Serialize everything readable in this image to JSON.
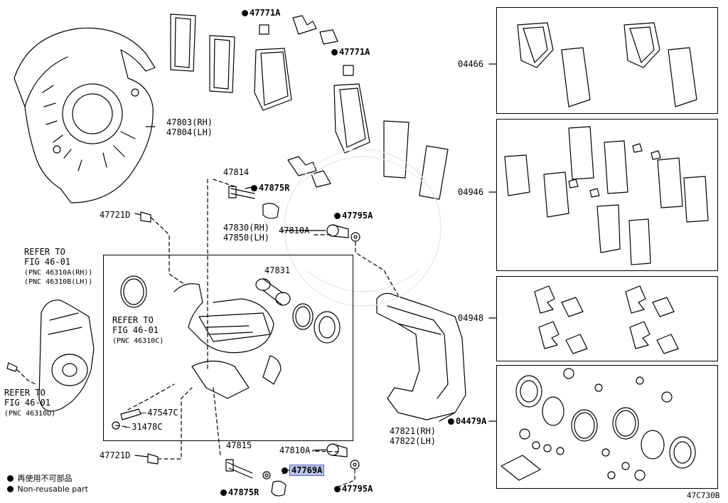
{
  "diagram_code": "47C730B",
  "legend": {
    "jp": "再使用不可部品",
    "en": "Non-reusable part"
  },
  "parts": {
    "p47771a_top": "47771A",
    "p47771a_mid": "47771A",
    "p47803": "47803(RH)",
    "p47804": "47804(LH)",
    "p47814": "47814",
    "p47875r_top": "47875R",
    "p47721d_top": "47721D",
    "p47795a_top": "47795A",
    "p47810a_top": "47810A",
    "p47830": "47830(RH)",
    "p47850": "47850(LH)",
    "p47831": "47831",
    "p47547c": "47547C",
    "p31478c": "31478C",
    "p47815": "47815",
    "p47810a_bot": "47810A",
    "p47721d_bot": "47721D",
    "p47769a": "47769A",
    "p47875r_bot": "47875R",
    "p47795a_bot": "47795A",
    "p47821": "47821(RH)",
    "p47822": "47822(LH)",
    "p04466": "04466",
    "p04946": "04946",
    "p04948": "04948",
    "p04479a": "04479A"
  },
  "refs": {
    "left_top": {
      "l1": "REFER TO",
      "l2": "FIG 46-01",
      "l3": "(PNC 46310A(RH))",
      "l4": "(PNC 46310B(LH))"
    },
    "inner": {
      "l1": "REFER TO",
      "l2": "FIG 46-01",
      "l3": "(PNC 46310C)"
    },
    "left_bot": {
      "l1": "REFER TO",
      "l2": "FIG 46-01",
      "l3": "(PNC 46310D)"
    }
  }
}
